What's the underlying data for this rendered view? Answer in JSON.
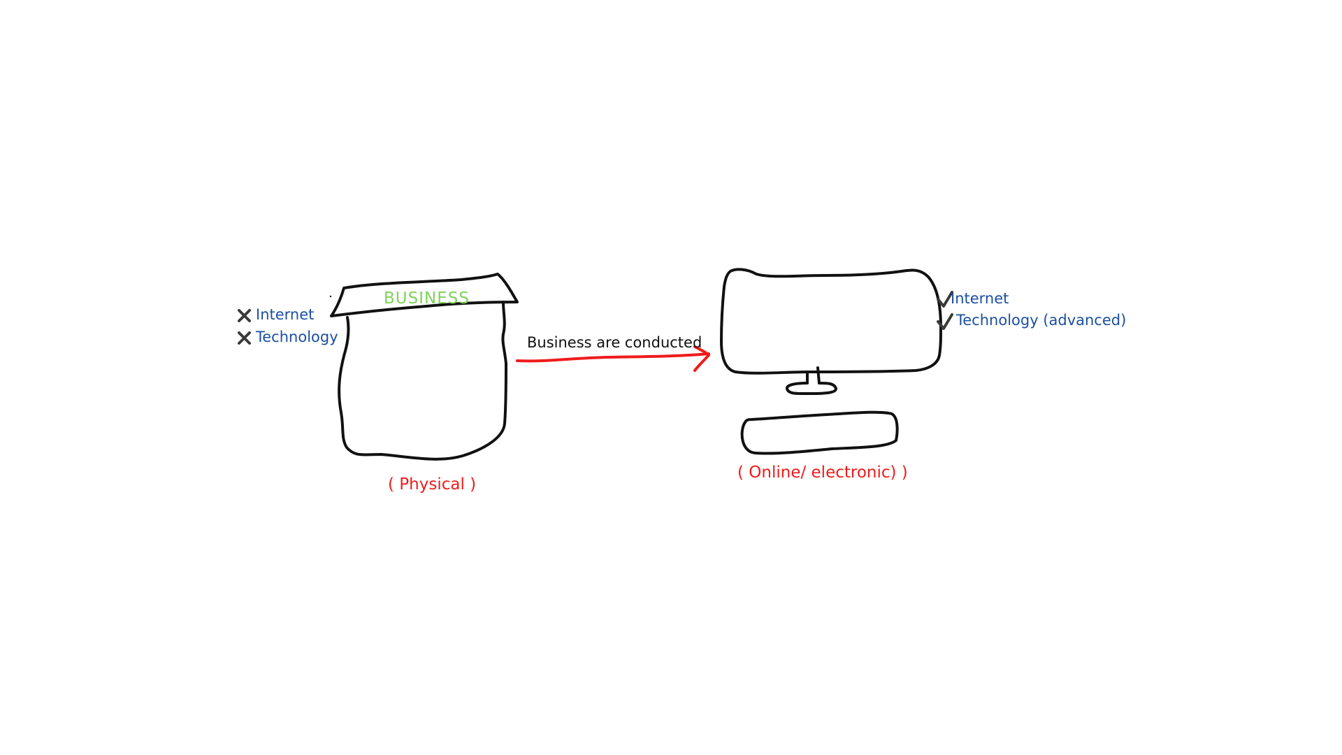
{
  "left_list": {
    "items": [
      {
        "mark": "cross-icon",
        "label": "Internet"
      },
      {
        "mark": "cross-icon",
        "label": "Technology"
      }
    ]
  },
  "shop": {
    "sign": "BUSINESS",
    "caption": "( Physical )"
  },
  "arrow": {
    "label": "Business are conducted",
    "color": "#ef1b1b"
  },
  "computer": {
    "caption": "( Online/ electronic) )"
  },
  "right_list": {
    "items": [
      {
        "mark": "check-icon",
        "label": "Internet"
      },
      {
        "mark": "check-icon",
        "label": "Technology (advanced)"
      }
    ]
  },
  "colors": {
    "list_text": "#1b4fa0",
    "sign_text": "#7ed35a",
    "caption_text": "#ef1b1b",
    "stroke": "#111111",
    "mark": "#3a3a3a"
  }
}
